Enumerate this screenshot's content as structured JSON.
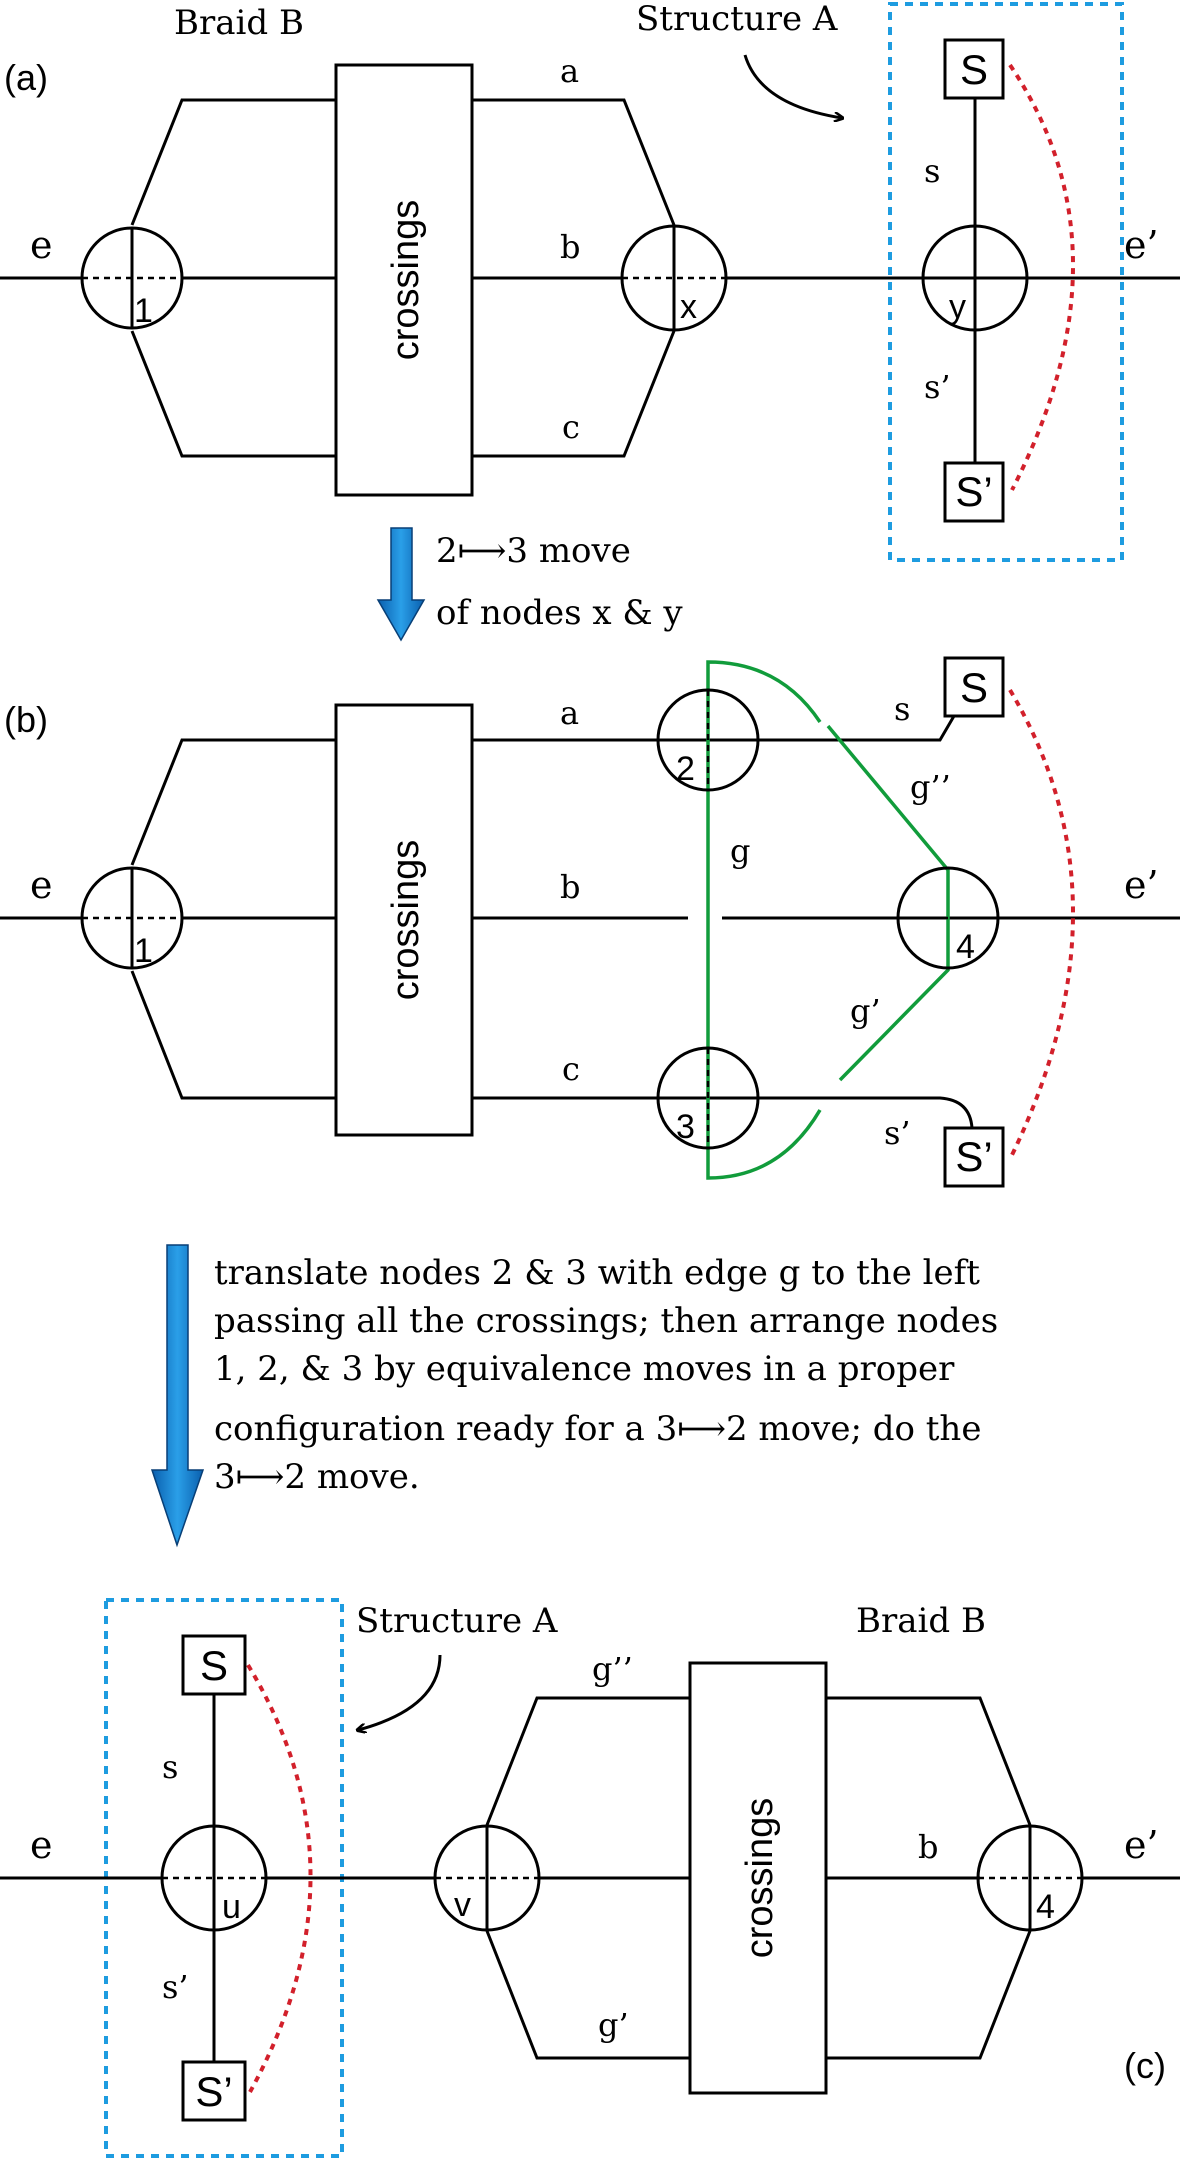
{
  "panels": {
    "a": {
      "tag": "(a)",
      "braid_label": "Braid B",
      "structure_label": "Structure A",
      "crossings": "crossings",
      "edges": {
        "e": "e",
        "e_prime": "e’",
        "a": "a",
        "b": "b",
        "c": "c",
        "s": "s",
        "s_prime": "s’"
      },
      "nodes": {
        "n1": "1",
        "x": "x",
        "y": "y"
      },
      "boxes": {
        "S": "S",
        "S_prime": "S’"
      }
    },
    "b": {
      "tag": "(b)",
      "crossings": "crossings",
      "edges": {
        "e": "e",
        "e_prime": "e’",
        "a": "a",
        "b": "b",
        "c": "c",
        "s": "s",
        "s_prime": "s’",
        "g": "g",
        "g_pp": "g’’",
        "g_p": "g’"
      },
      "nodes": {
        "n1": "1",
        "n2": "2",
        "n3": "3",
        "n4": "4"
      },
      "boxes": {
        "S": "S",
        "S_prime": "S’"
      }
    },
    "c": {
      "tag": "(c)",
      "braid_label": "Braid B",
      "structure_label": "Structure A",
      "crossings": "crossings",
      "edges": {
        "e": "e",
        "e_prime": "e’",
        "b": "b",
        "s": "s",
        "s_prime": "s’",
        "g_pp": "g’’",
        "g_p": "g’"
      },
      "nodes": {
        "u": "u",
        "v": "v",
        "n4": "4"
      },
      "boxes": {
        "S": "S",
        "S_prime": "S’"
      }
    }
  },
  "steps": {
    "step1": [
      "2⟼3 move",
      "of nodes x & y"
    ],
    "step2": [
      "translate nodes 2 & 3 with edge g to the left",
      "passing all the crossings; then arrange nodes",
      "1, 2, & 3 by equivalence moves in a proper",
      "configuration ready for a 3⟼2 move; do the",
      "3⟼2 move."
    ]
  },
  "colors": {
    "arrow": "#0d7fd4",
    "highlight_box": "#1e9ce0",
    "dashed_link": "#d2202b",
    "g_edges": "#119c3b"
  }
}
